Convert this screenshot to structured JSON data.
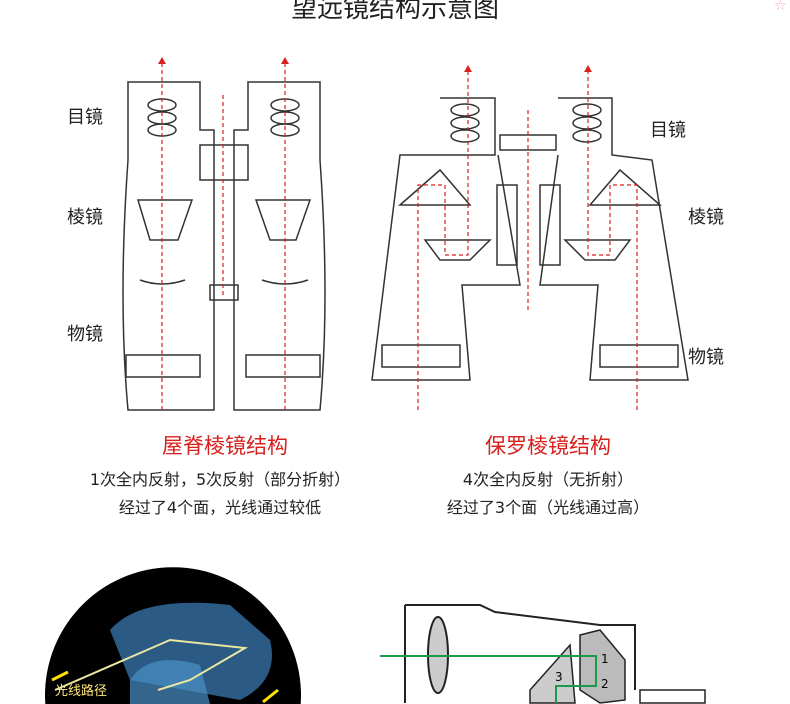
{
  "title": "望远镜结构示意图",
  "roof": {
    "heading": "屋脊棱镜结构",
    "line1": "1次全内反射，5次反射（部分折射）",
    "line2": "经过了4个面，光线通过较低",
    "labels": {
      "eyepiece": "目镜",
      "prism": "棱镜",
      "objective": "物镜"
    }
  },
  "porro": {
    "heading": "保罗棱镜结构",
    "line1": "4次全内反射（无折射）",
    "line2": "经过了3个面（光线通过高）",
    "labels": {
      "eyepiece": "目镜",
      "prism": "棱镜",
      "objective": "物镜"
    }
  },
  "bottom": {
    "light_path_label": "光线路径",
    "prism_numbers": [
      "1",
      "2",
      "3"
    ]
  },
  "colors": {
    "accent": "#d8201c",
    "ray": "#1a9a4a"
  }
}
